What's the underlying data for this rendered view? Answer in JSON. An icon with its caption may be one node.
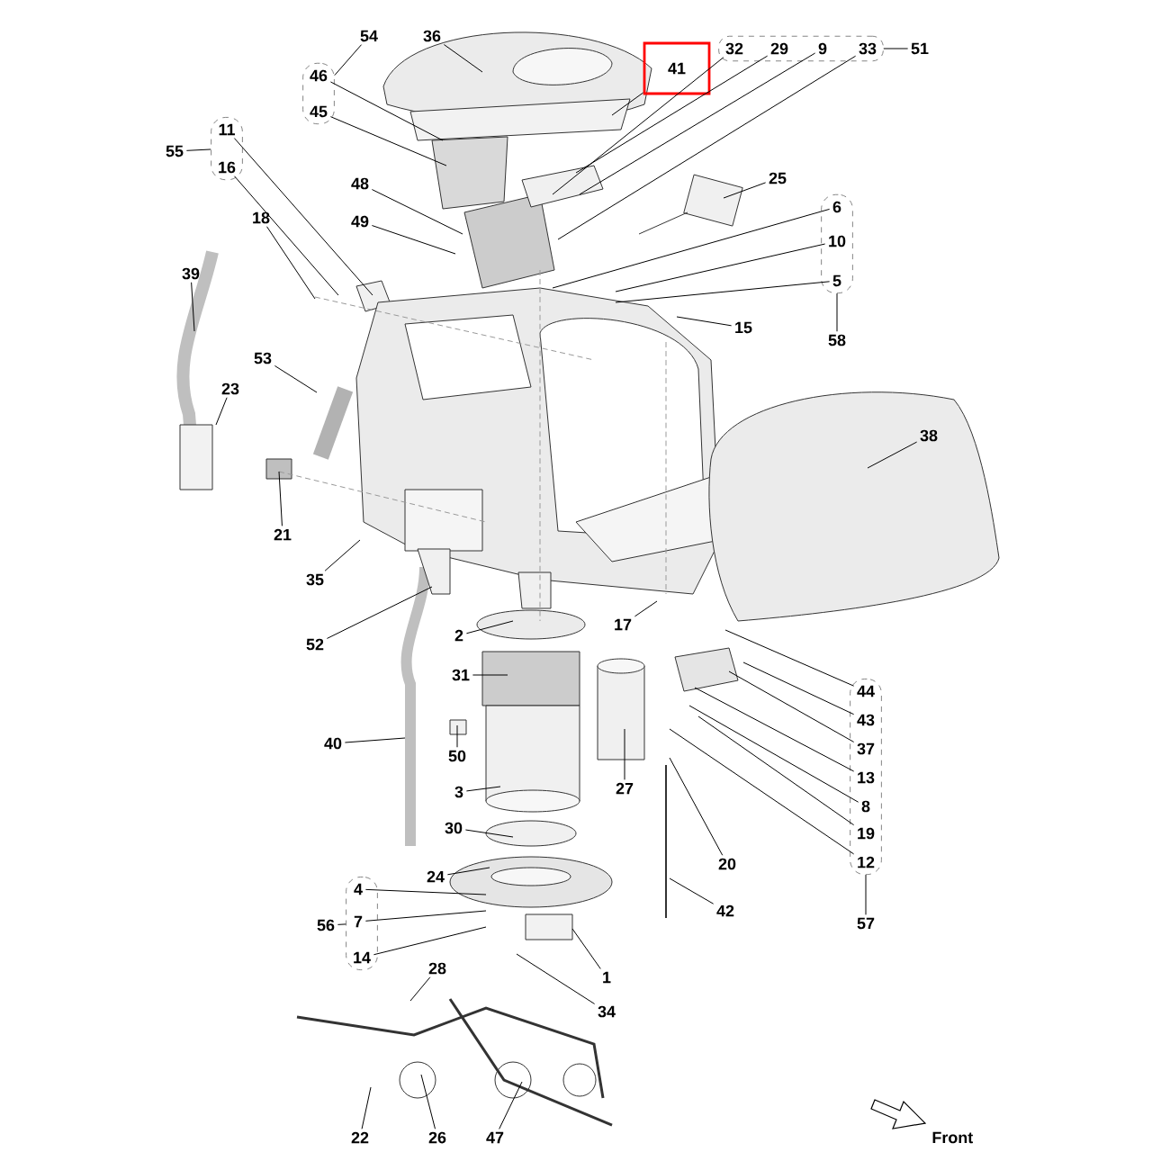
{
  "diagram": {
    "nodes": [
      {
        "text": [
          "54"
        ]
      },
      {
        "text": [],
        "shape": "oval"
      },
      {
        "text": [
          "46"
        ],
        "in": 1
      },
      {
        "text": [
          "45"
        ],
        "in": 1
      },
      {
        "text": [
          "36"
        ]
      },
      {
        "text": [
          "41"
        ]
      },
      {
        "text": [],
        "shape": "box"
      },
      {
        "text": [
          "32"
        ],
        "in": 6
      },
      {
        "text": [
          "29"
        ],
        "in": 6
      },
      {
        "text": [
          "9"
        ],
        "in": 6
      },
      {
        "text": [
          "33"
        ],
        "in": 6
      },
      {
        "text": [
          "51"
        ]
      },
      {
        "text": [
          "55"
        ]
      },
      {
        "text": [],
        "shape": "oval"
      },
      {
        "text": [
          "11"
        ],
        "in": 13
      },
      {
        "text": [
          "16"
        ],
        "in": 13
      },
      {
        "text": [
          "48"
        ]
      },
      {
        "text": [
          "49"
        ]
      },
      {
        "text": [
          "25"
        ]
      },
      {
        "text": [],
        "shape": "oval"
      },
      {
        "text": [
          "6"
        ],
        "in": 19
      },
      {
        "text": [
          "10"
        ],
        "in": 19
      },
      {
        "text": [
          "5"
        ],
        "in": 19
      },
      {
        "text": [
          "58"
        ]
      },
      {
        "text": [
          "15"
        ]
      },
      {
        "text": [
          "18"
        ]
      },
      {
        "text": [
          "39"
        ]
      },
      {
        "text": [
          "53"
        ]
      },
      {
        "text": [
          "23"
        ]
      },
      {
        "text": [
          "21"
        ]
      },
      {
        "text": [
          "38"
        ]
      },
      {
        "text": [
          "35"
        ]
      },
      {
        "text": [
          "52"
        ]
      },
      {
        "text": [
          "2"
        ]
      },
      {
        "text": [
          "17"
        ]
      },
      {
        "text": [
          "31"
        ]
      },
      {
        "text": [
          "40"
        ]
      },
      {
        "text": [
          "50"
        ]
      },
      {
        "text": [
          "27"
        ]
      },
      {
        "text": [
          "3"
        ]
      },
      {
        "text": [],
        "shape": "oval"
      },
      {
        "text": [
          "44"
        ],
        "in": 40
      },
      {
        "text": [
          "43"
        ],
        "in": 40
      },
      {
        "text": [
          "37"
        ],
        "in": 40
      },
      {
        "text": [
          "13"
        ],
        "in": 40
      },
      {
        "text": [
          "8"
        ],
        "in": 40
      },
      {
        "text": [
          "19"
        ],
        "in": 40
      },
      {
        "text": [
          "12"
        ],
        "in": 40
      },
      {
        "text": [
          "57"
        ]
      },
      {
        "text": [
          "30"
        ]
      },
      {
        "text": [
          "24"
        ]
      },
      {
        "text": [
          "20"
        ]
      },
      {
        "text": [],
        "shape": "oval"
      },
      {
        "text": [
          "4"
        ],
        "in": 52
      },
      {
        "text": [
          "7"
        ],
        "in": 52
      },
      {
        "text": [
          "14"
        ],
        "in": 52
      },
      {
        "text": [
          "56"
        ]
      },
      {
        "text": [
          "42"
        ]
      },
      {
        "text": [
          "1"
        ]
      },
      {
        "text": [
          "28"
        ]
      },
      {
        "text": [
          "34"
        ]
      },
      {
        "text": [
          "22"
        ]
      },
      {
        "text": [
          "26"
        ]
      },
      {
        "text": [
          "47"
        ]
      }
    ],
    "edges": [
      {
        "from": 0,
        "to": 1,
        "arrow": "none"
      },
      {
        "from": 2,
        "to": null,
        "arrow": "none"
      },
      {
        "from": 3,
        "to": null,
        "arrow": "none"
      },
      {
        "from": 4,
        "to": null,
        "arrow": "none"
      },
      {
        "from": 5,
        "to": null,
        "arrow": "none"
      },
      {
        "from": 7,
        "to": null,
        "arrow": "none"
      },
      {
        "from": 8,
        "to": null,
        "arrow": "none"
      },
      {
        "from": 9,
        "to": null,
        "arrow": "none"
      },
      {
        "from": 10,
        "to": null,
        "arrow": "none"
      },
      {
        "from": 11,
        "to": 6,
        "arrow": "none"
      },
      {
        "from": 12,
        "to": 13,
        "arrow": "none"
      },
      {
        "from": 14,
        "to": null,
        "arrow": "none"
      },
      {
        "from": 15,
        "to": null,
        "arrow": "none"
      },
      {
        "from": 16,
        "to": null,
        "arrow": "none"
      },
      {
        "from": 17,
        "to": null,
        "arrow": "none"
      },
      {
        "from": 18,
        "to": null,
        "arrow": "none"
      },
      {
        "from": 20,
        "to": null,
        "arrow": "none"
      },
      {
        "from": 21,
        "to": null,
        "arrow": "none"
      },
      {
        "from": 22,
        "to": null,
        "arrow": "none"
      },
      {
        "from": 23,
        "to": 19,
        "arrow": "none"
      },
      {
        "from": 24,
        "to": null,
        "arrow": "none"
      },
      {
        "from": 25,
        "to": null,
        "arrow": "none"
      },
      {
        "from": 26,
        "to": null,
        "arrow": "none"
      },
      {
        "from": 27,
        "to": null,
        "arrow": "none"
      },
      {
        "from": 28,
        "to": null,
        "arrow": "none"
      },
      {
        "from": 29,
        "to": null,
        "arrow": "none"
      },
      {
        "from": 30,
        "to": null,
        "arrow": "none"
      },
      {
        "from": 31,
        "to": null,
        "arrow": "none"
      },
      {
        "from": 32,
        "to": null,
        "arrow": "none"
      },
      {
        "from": 33,
        "to": null,
        "arrow": "none"
      },
      {
        "from": 34,
        "to": null,
        "arrow": "none"
      },
      {
        "from": 35,
        "to": null,
        "arrow": "none"
      },
      {
        "from": 36,
        "to": null,
        "arrow": "none"
      },
      {
        "from": 37,
        "to": null,
        "arrow": "none"
      },
      {
        "from": 38,
        "to": null,
        "arrow": "none"
      },
      {
        "from": 39,
        "to": null,
        "arrow": "none"
      },
      {
        "from": 41,
        "to": null,
        "arrow": "none"
      },
      {
        "from": 42,
        "to": null,
        "arrow": "none"
      },
      {
        "from": 43,
        "to": null,
        "arrow": "none"
      },
      {
        "from": 44,
        "to": null,
        "arrow": "none"
      },
      {
        "from": 45,
        "to": null,
        "arrow": "none"
      },
      {
        "from": 46,
        "to": null,
        "arrow": "none"
      },
      {
        "from": 47,
        "to": null,
        "arrow": "none"
      },
      {
        "from": 48,
        "to": 40,
        "arrow": "none"
      },
      {
        "from": 49,
        "to": null,
        "arrow": "none"
      },
      {
        "from": 50,
        "to": null,
        "arrow": "none"
      },
      {
        "from": 51,
        "to": null,
        "arrow": "none"
      },
      {
        "from": 53,
        "to": null,
        "arrow": "none"
      },
      {
        "from": 54,
        "to": null,
        "arrow": "none"
      },
      {
        "from": 55,
        "to": null,
        "arrow": "none"
      },
      {
        "from": 56,
        "to": 52,
        "arrow": "none"
      },
      {
        "from": 57,
        "to": null,
        "arrow": "none"
      },
      {
        "from": 58,
        "to": null,
        "arrow": "none"
      },
      {
        "from": 59,
        "to": null,
        "arrow": "none"
      },
      {
        "from": 60,
        "to": null,
        "arrow": "none"
      },
      {
        "from": 61,
        "to": null,
        "arrow": "none"
      },
      {
        "from": 62,
        "to": null,
        "arrow": "none"
      },
      {
        "from": 63,
        "to": null,
        "arrow": "none"
      }
    ],
    "labels": [
      "Front"
    ]
  }
}
